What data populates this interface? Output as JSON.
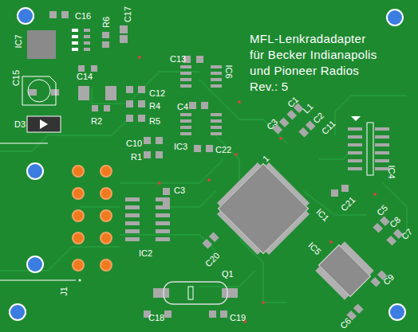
{
  "diagram": {
    "labels": [
      "MFL-Lenkradadapter",
      "für Becker Indianapolis",
      "und Pioneer Radios",
      "Rev.: 5",
      "C16",
      "C17",
      "R6",
      "IC7",
      "C15",
      "C14",
      "D3",
      "R2",
      "C13",
      "IC6",
      "C12",
      "R4",
      "R5",
      "C4",
      "C10",
      "R1",
      "IC3",
      "C22",
      "C1",
      "L1",
      "C3",
      "C2",
      "C11",
      "IC4",
      "C3",
      "C21",
      "IC1",
      "IC2",
      "C5",
      "C8",
      "C7",
      "C20",
      "IC5",
      "C9",
      "C6",
      "J1",
      "Q1",
      "C18",
      "C19",
      "1"
    ]
  }
}
